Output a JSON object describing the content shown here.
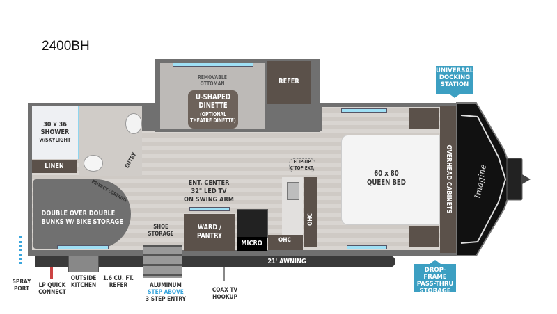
{
  "model": "2400BH",
  "brand_logo": "Imagine",
  "rooms": {
    "shower": [
      "30 x 36",
      "SHOWER",
      "w/SKYLIGHT"
    ],
    "linen": "LINEN",
    "entry": "ENTRY",
    "privacy_curtains": "PRIVACY CURTAINS",
    "bunks": [
      "DOUBLE OVER DOUBLE",
      "BUNKS W/ BIKE STORAGE"
    ],
    "removable_ottoman": [
      "REMOVABLE",
      "OTTOMAN"
    ],
    "dinette": [
      "U-SHAPED",
      "DINETTE"
    ],
    "dinette_option": [
      "(OPTIONAL",
      "THEATRE DINETTE)"
    ],
    "refer": "REFER",
    "ent_center": [
      "ENT. CENTER",
      "32\" LED TV",
      "ON SWING ARM"
    ],
    "shoe_storage": [
      "SHOE",
      "STORAGE"
    ],
    "ward_pantry": [
      "WARD /",
      "PANTRY"
    ],
    "micro": "MICRO",
    "ohc_bottom": "OHC",
    "ohc_side": "OHC",
    "flip_up": [
      "FLIP-UP",
      "C'TOP EXT."
    ],
    "bed": [
      "60 x 80",
      "QUEEN BED"
    ],
    "overhead_cabinets": "OVERHEAD CABINETS",
    "awning": "21' AWNING"
  },
  "exterior": {
    "spray_port": [
      "SPRAY",
      "PORT"
    ],
    "lp_quick_connect": [
      "LP QUICK",
      "CONNECT"
    ],
    "outside_kitchen": [
      "OUTSIDE",
      "KITCHEN"
    ],
    "outside_refer": [
      "1.6 CU. FT.",
      "REFER"
    ],
    "step": [
      "ALUMINUM",
      "STEP ABOVE",
      "3 STEP ENTRY"
    ],
    "coax": [
      "COAX TV",
      "HOOKUP"
    ]
  },
  "badges": {
    "docking": [
      "UNIVERSAL",
      "DOCKING",
      "STATION"
    ],
    "drop_frame": [
      "DROP-FRAME",
      "PASS-THRU",
      "STORAGE"
    ]
  },
  "colors": {
    "badge": "#3c9fc2",
    "step_above": "#3aa6dd"
  }
}
